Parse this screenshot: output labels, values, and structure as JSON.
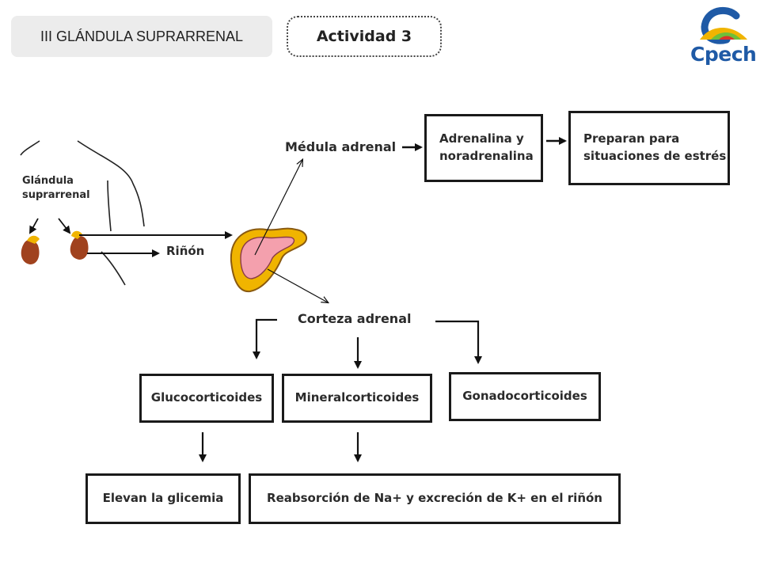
{
  "header": {
    "title": "III GLÁNDULA SUPRARRENAL",
    "activity": "Actividad 3"
  },
  "logo": {
    "text": "Cpech"
  },
  "diagram": {
    "labels": {
      "gland": "Glándula suprarrenal",
      "kidney": "Riñón",
      "medulla": "Médula adrenal",
      "cortex": "Corteza adrenal"
    },
    "boxes": {
      "adrenaline": "Adrenalina y noradrenalina",
      "stress": "Preparan para situaciones de estrés",
      "gluco": "Glucocorticoides",
      "mineral": "Mineralcorticoides",
      "gonado": "Gonadocorticoides",
      "glycemia": "Elevan la glicemia",
      "reabsorption": "Reabsorción de Na+ y excreción de K+ en el riñón"
    }
  }
}
